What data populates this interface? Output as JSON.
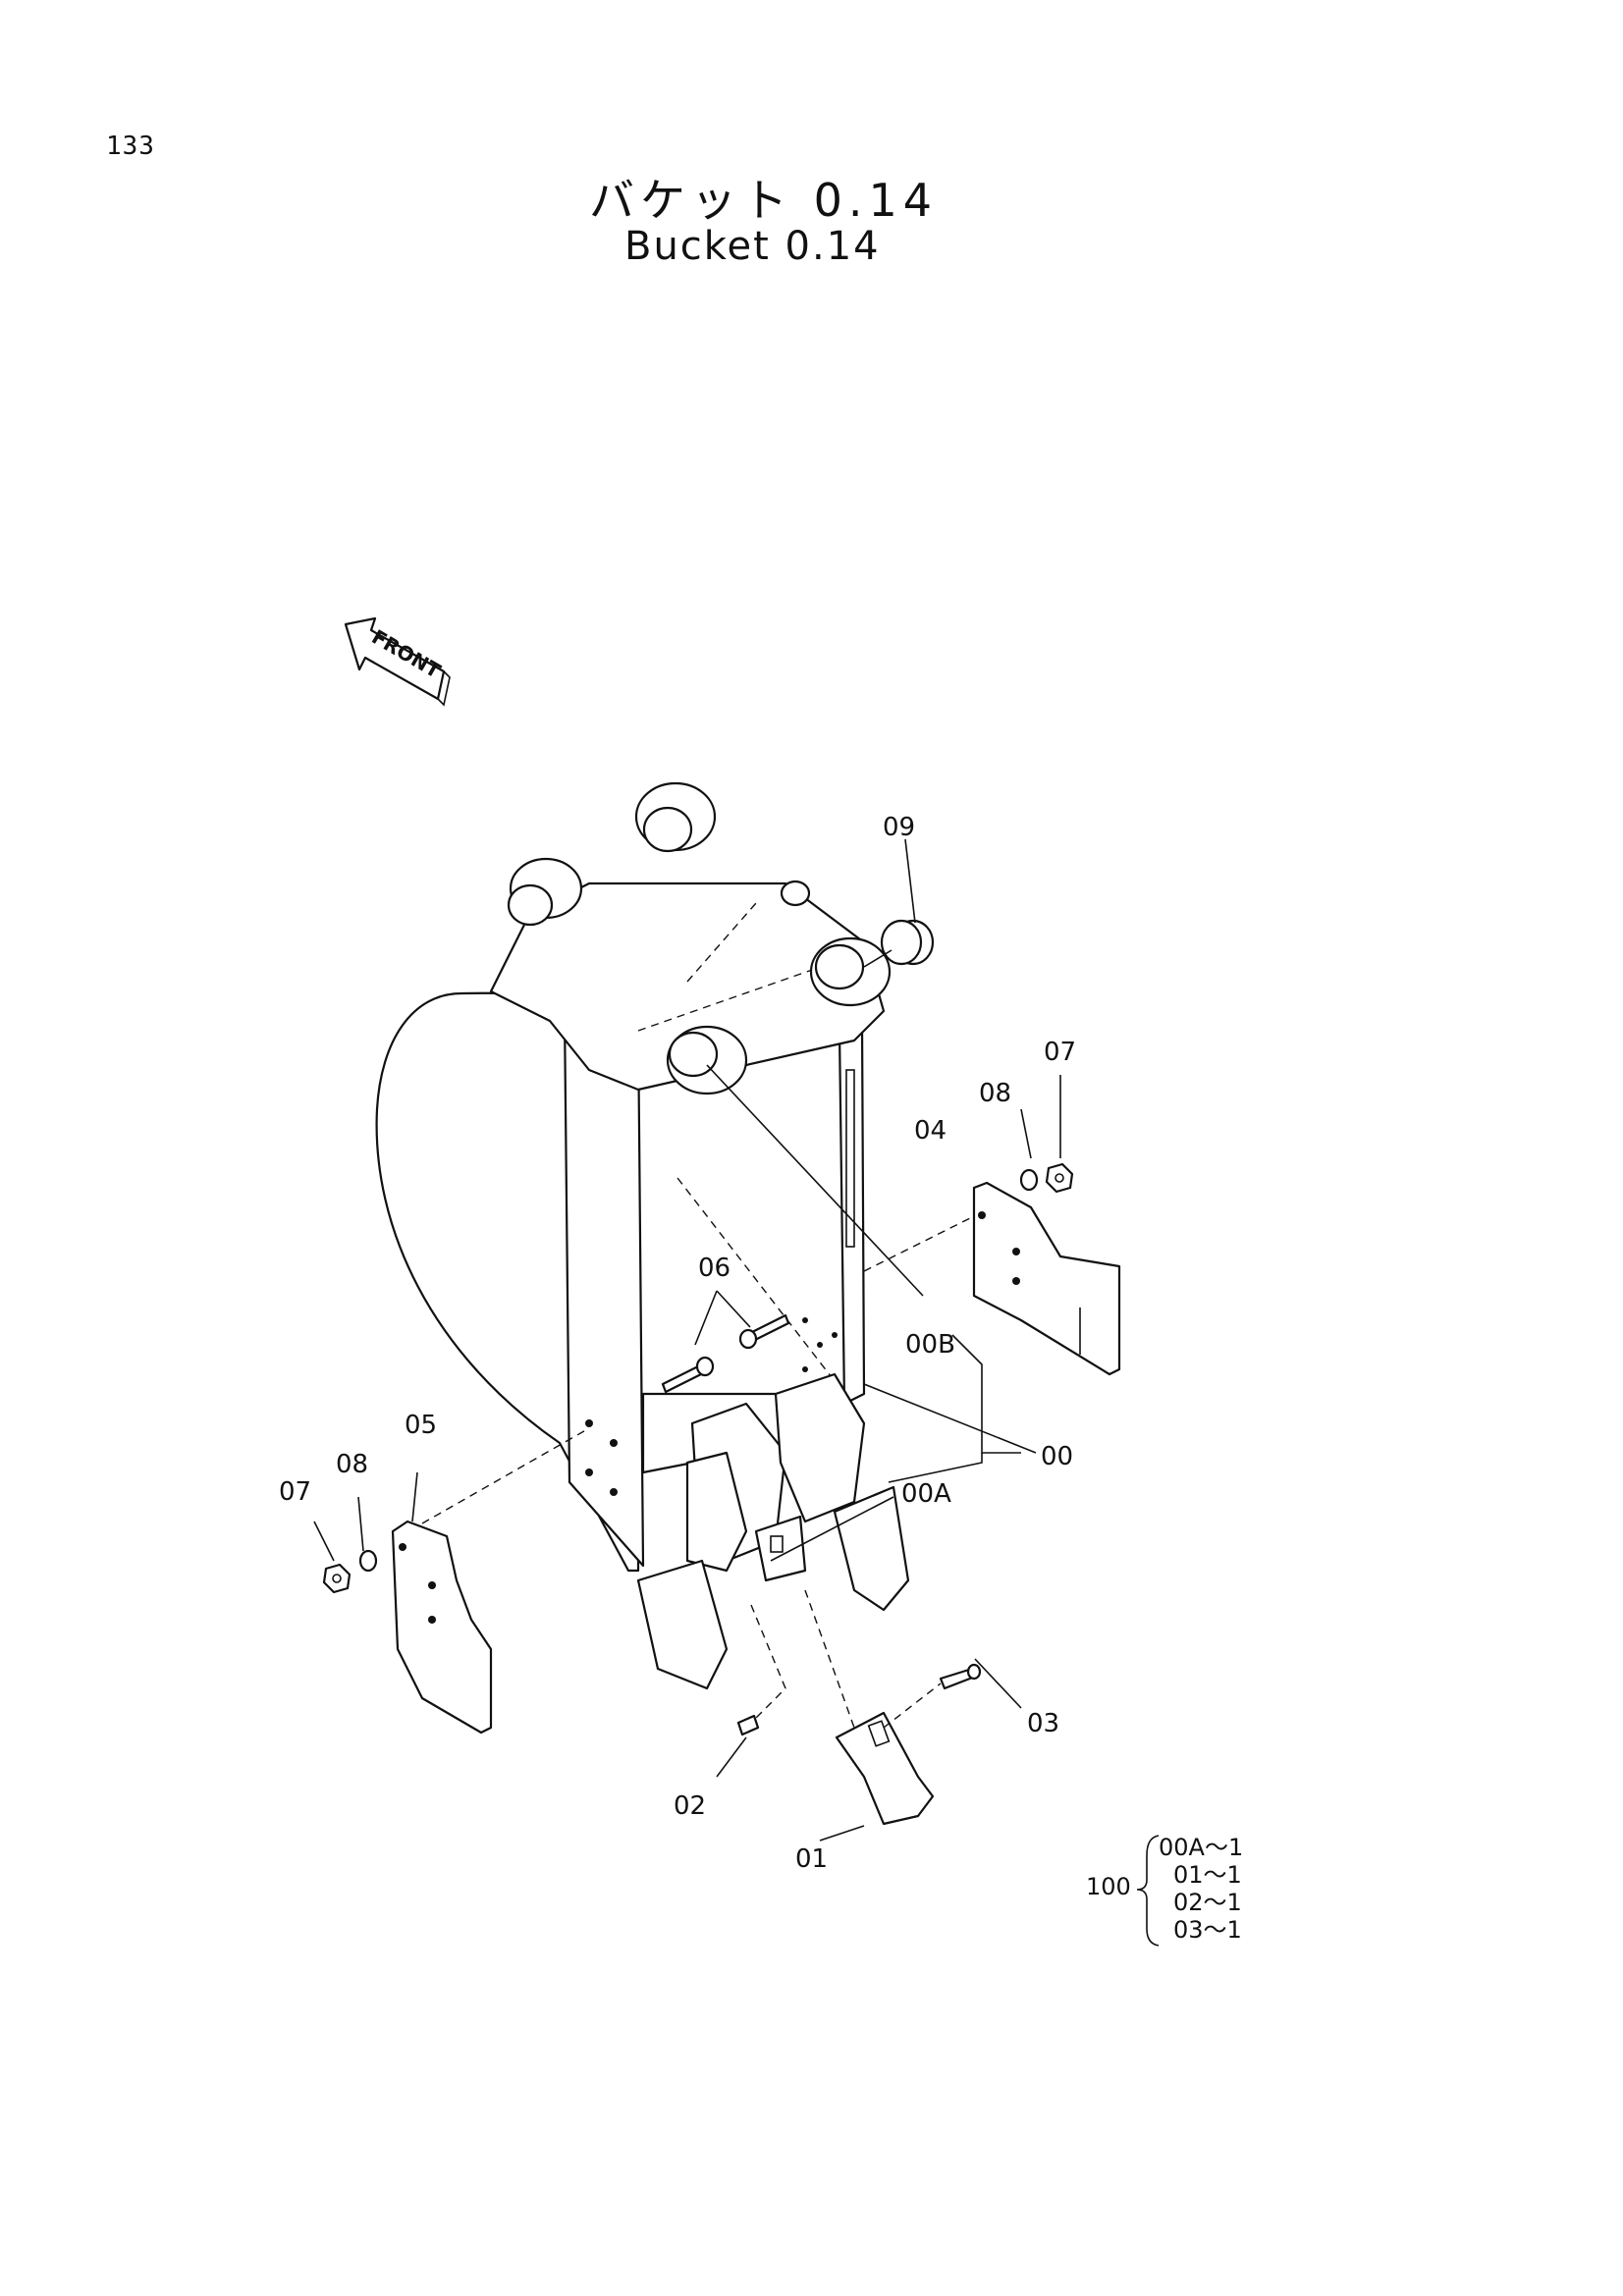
{
  "page_number": "133",
  "title_jp": "バケット 0.14",
  "title_en": "Bucket 0.14",
  "front_label": "FRONT",
  "callouts": {
    "p09": "09",
    "p07r": "07",
    "p08r": "08",
    "p04": "04",
    "p06": "06",
    "p00b": "00B",
    "p00": "00",
    "p00a": "00A",
    "p05": "05",
    "p08l": "08",
    "p07l": "07",
    "p03": "03",
    "p02": "02",
    "p01": "01"
  },
  "kit": {
    "id": "100",
    "items": [
      "00A～1",
      "01～1",
      "02～1",
      "03～1"
    ]
  }
}
